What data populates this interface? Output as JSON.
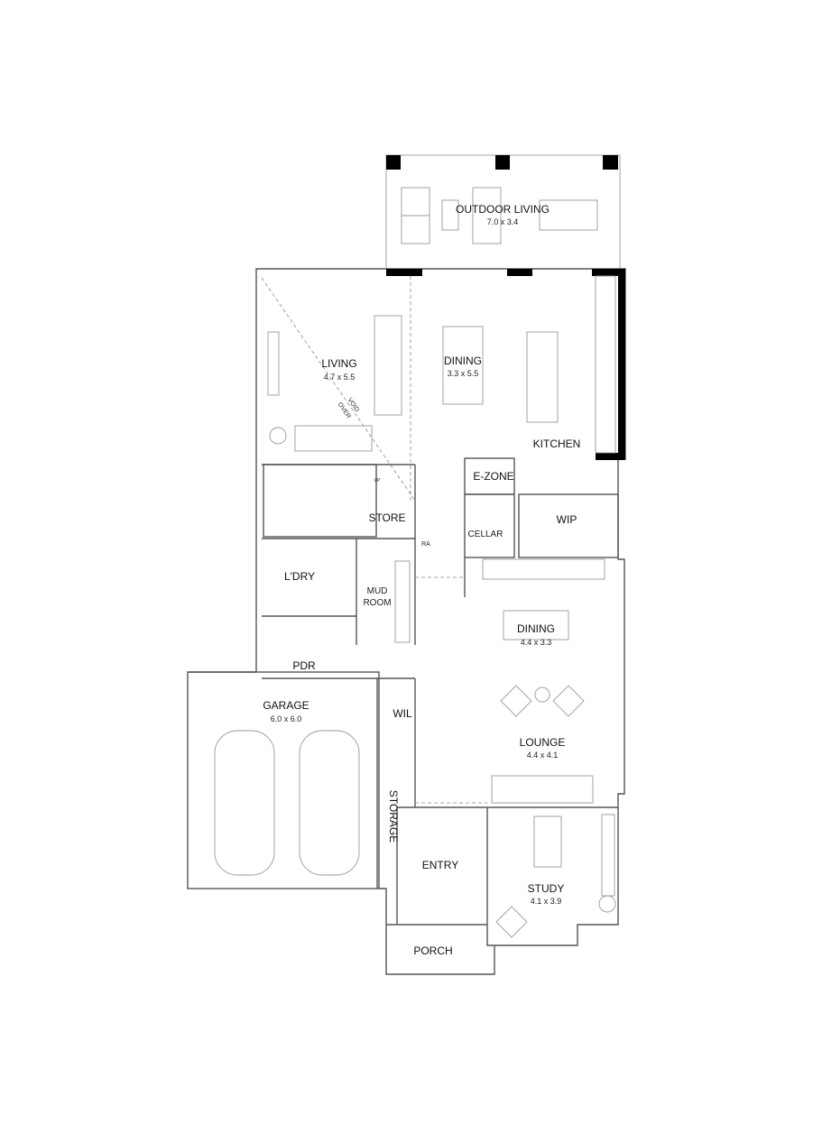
{
  "rooms": {
    "outdoor_living": {
      "name": "OUTDOOR LIVING",
      "size": "7.0 x 3.4"
    },
    "living": {
      "name": "LIVING",
      "size": "4.7 x 5.5"
    },
    "dining_upper": {
      "name": "DINING",
      "size": "3.3 x 5.5"
    },
    "kitchen": {
      "name": "KITCHEN"
    },
    "ezone": {
      "name": "E-ZONE"
    },
    "store": {
      "name": "STORE"
    },
    "wip": {
      "name": "WIP"
    },
    "cellar": {
      "name": "CELLAR"
    },
    "laundry": {
      "name": "L'DRY"
    },
    "mud_room": {
      "line1": "MUD",
      "line2": "ROOM"
    },
    "dining_lower": {
      "name": "DINING",
      "size": "4.4 x 3.3"
    },
    "pdr": {
      "name": "PDR"
    },
    "garage": {
      "name": "GARAGE",
      "size": "6.0 x 6.0"
    },
    "wil": {
      "name": "WIL"
    },
    "lounge": {
      "name": "LOUNGE",
      "size": "4.4 x 4.1"
    },
    "storage": {
      "name": "STORAGE"
    },
    "entry": {
      "name": "ENTRY"
    },
    "study": {
      "name": "STUDY",
      "size": "4.1 x 3.9"
    },
    "porch": {
      "name": "PORCH"
    }
  },
  "annotations": {
    "void_line1": "VOID",
    "void_line2": "OVER",
    "stair_up": "UP",
    "ra": "RA"
  },
  "colors": {
    "wall": "#555555",
    "structure": "#000000",
    "fixture": "#999999"
  }
}
